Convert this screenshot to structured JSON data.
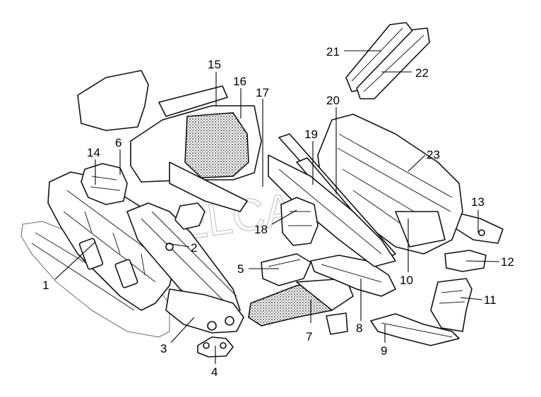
{
  "diagram": {
    "callouts": [
      {
        "label": "1"
      },
      {
        "label": "2"
      },
      {
        "label": "3"
      },
      {
        "label": "4"
      },
      {
        "label": "5"
      },
      {
        "label": "6"
      },
      {
        "label": "7"
      },
      {
        "label": "8"
      },
      {
        "label": "9"
      },
      {
        "label": "10"
      },
      {
        "label": "11"
      },
      {
        "label": "12"
      },
      {
        "label": "13"
      },
      {
        "label": "14"
      },
      {
        "label": "15"
      },
      {
        "label": "16"
      },
      {
        "label": "17"
      },
      {
        "label": "18"
      },
      {
        "label": "19"
      },
      {
        "label": "20"
      },
      {
        "label": "21"
      },
      {
        "label": "22"
      },
      {
        "label": "23"
      }
    ],
    "watermark": "ELCATS"
  }
}
